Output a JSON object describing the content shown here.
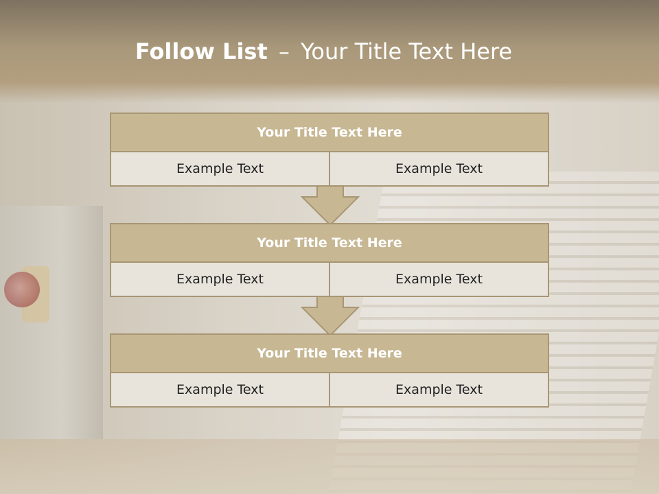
{
  "slide": {
    "title_bold": "Follow List",
    "title_separator": "–",
    "title_rest": "Your Title Text Here"
  },
  "blocks": [
    {
      "title": "Your Title Text Here",
      "left": "Example Text",
      "right": "Example Text"
    },
    {
      "title": "Your Title Text Here",
      "left": "Example Text",
      "right": "Example Text"
    },
    {
      "title": "Your Title Text Here",
      "left": "Example Text",
      "right": "Example Text"
    }
  ],
  "colors": {
    "header_fill": "#c7b793",
    "cell_fill": "#e8e4dc",
    "border": "#a89673",
    "arrow_fill": "#c7b793"
  }
}
